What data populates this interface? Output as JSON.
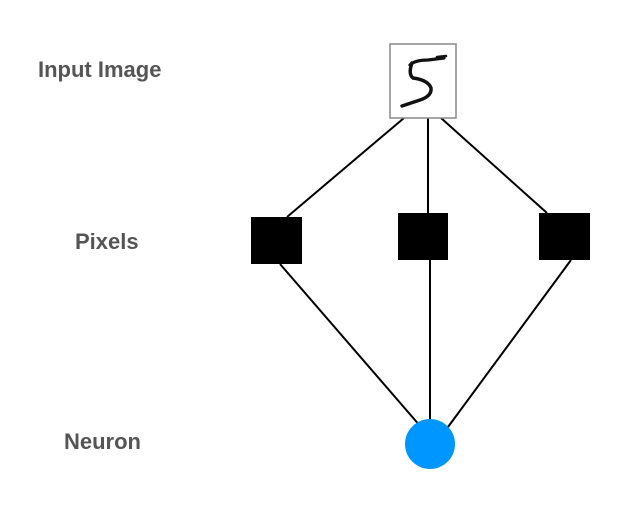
{
  "labels": {
    "input_image": "Input Image",
    "pixels": "Pixels",
    "neuron": "Neuron"
  },
  "input_image": {
    "depicts": "handwritten digit",
    "digit": "5"
  },
  "nodes": {
    "pixels": [
      {
        "id": "pixel-1"
      },
      {
        "id": "pixel-2"
      },
      {
        "id": "pixel-3"
      }
    ],
    "neuron": {
      "id": "neuron"
    }
  },
  "edges": [
    {
      "from": "input-image",
      "to": "pixel-1"
    },
    {
      "from": "input-image",
      "to": "pixel-2"
    },
    {
      "from": "input-image",
      "to": "pixel-3"
    },
    {
      "from": "pixel-1",
      "to": "neuron"
    },
    {
      "from": "pixel-2",
      "to": "neuron"
    },
    {
      "from": "pixel-3",
      "to": "neuron"
    }
  ],
  "colors": {
    "label_text": "#555555",
    "pixel_fill": "#000000",
    "neuron_fill": "#0096FF",
    "edge": "#000000",
    "image_border": "#888888"
  }
}
